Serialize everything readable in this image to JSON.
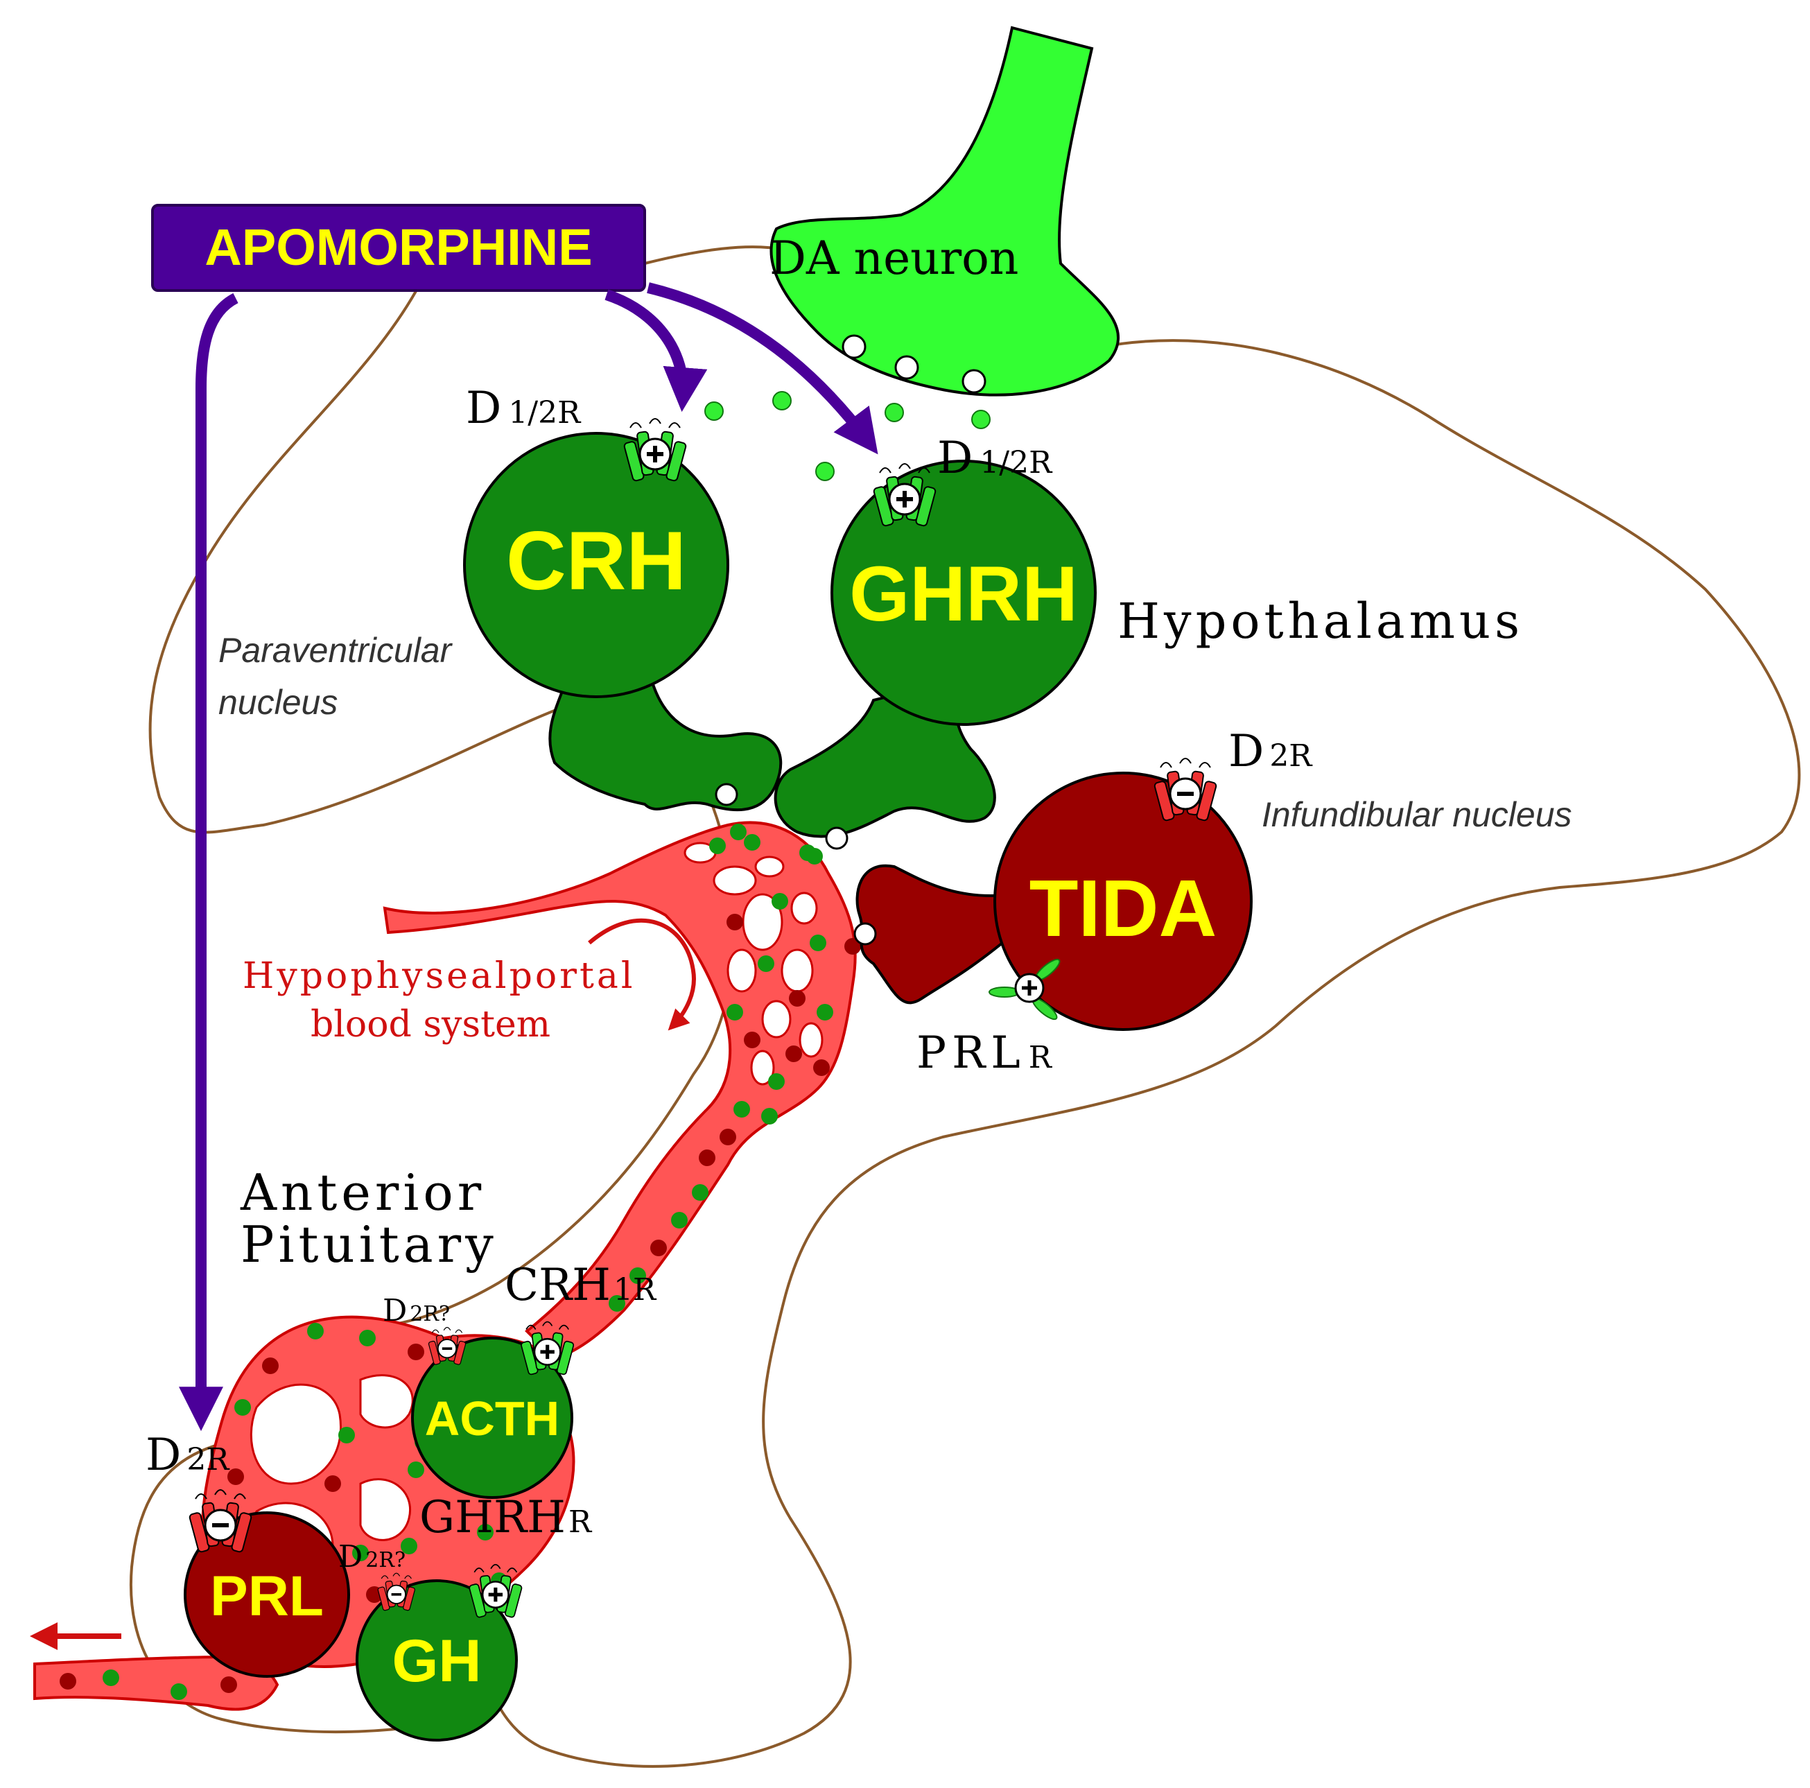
{
  "drug": {
    "name": "APOMORPHINE"
  },
  "neurons": {
    "da": "DA neuron",
    "crh": "CRH",
    "ghrh": "GHRH",
    "tida": "TIDA"
  },
  "pituitary_cells": {
    "acth": "ACTH",
    "prl": "PRL",
    "gh": "GH"
  },
  "receptors": {
    "d12_crh": {
      "main": "D",
      "sub": "1/2R"
    },
    "d12_ghrh": {
      "main": "D",
      "sub": "1/2R"
    },
    "d2_tida": {
      "main": "D",
      "sub": "2R"
    },
    "prl_r": {
      "main": "PRL",
      "sub": "R"
    },
    "crh1_r": {
      "main": "CRH",
      "sub": "1R"
    },
    "d2q_acth": {
      "main": "D",
      "sub": "2R?"
    },
    "d2_prl": {
      "main": "D",
      "sub": "2R"
    },
    "d2q_gh": {
      "main": "D",
      "sub": "2R?"
    },
    "ghrh_r": {
      "main": "GHRH",
      "sub": "R"
    }
  },
  "regions": {
    "hypothalamus": "Hypothalamus",
    "paraventricular_1": "Paraventricular",
    "paraventricular_2": "nucleus",
    "infundibular": "Infundibular nucleus",
    "portal_1": "Hypophysealportal",
    "portal_2": "blood system",
    "anterior_1": "Anterior",
    "anterior_2": "Pituitary"
  },
  "signs": {
    "plus": "+",
    "minus": "−"
  },
  "colors": {
    "apomorphine_box": "#4b0099",
    "apomorphine_text": "#ffff00",
    "arrow": "#4b0099",
    "da_neuron": "#33ff33",
    "green_cell": "#118811",
    "red_cell": "#990000",
    "vessel": "#ff5555",
    "outline": "#8b5a2b"
  }
}
